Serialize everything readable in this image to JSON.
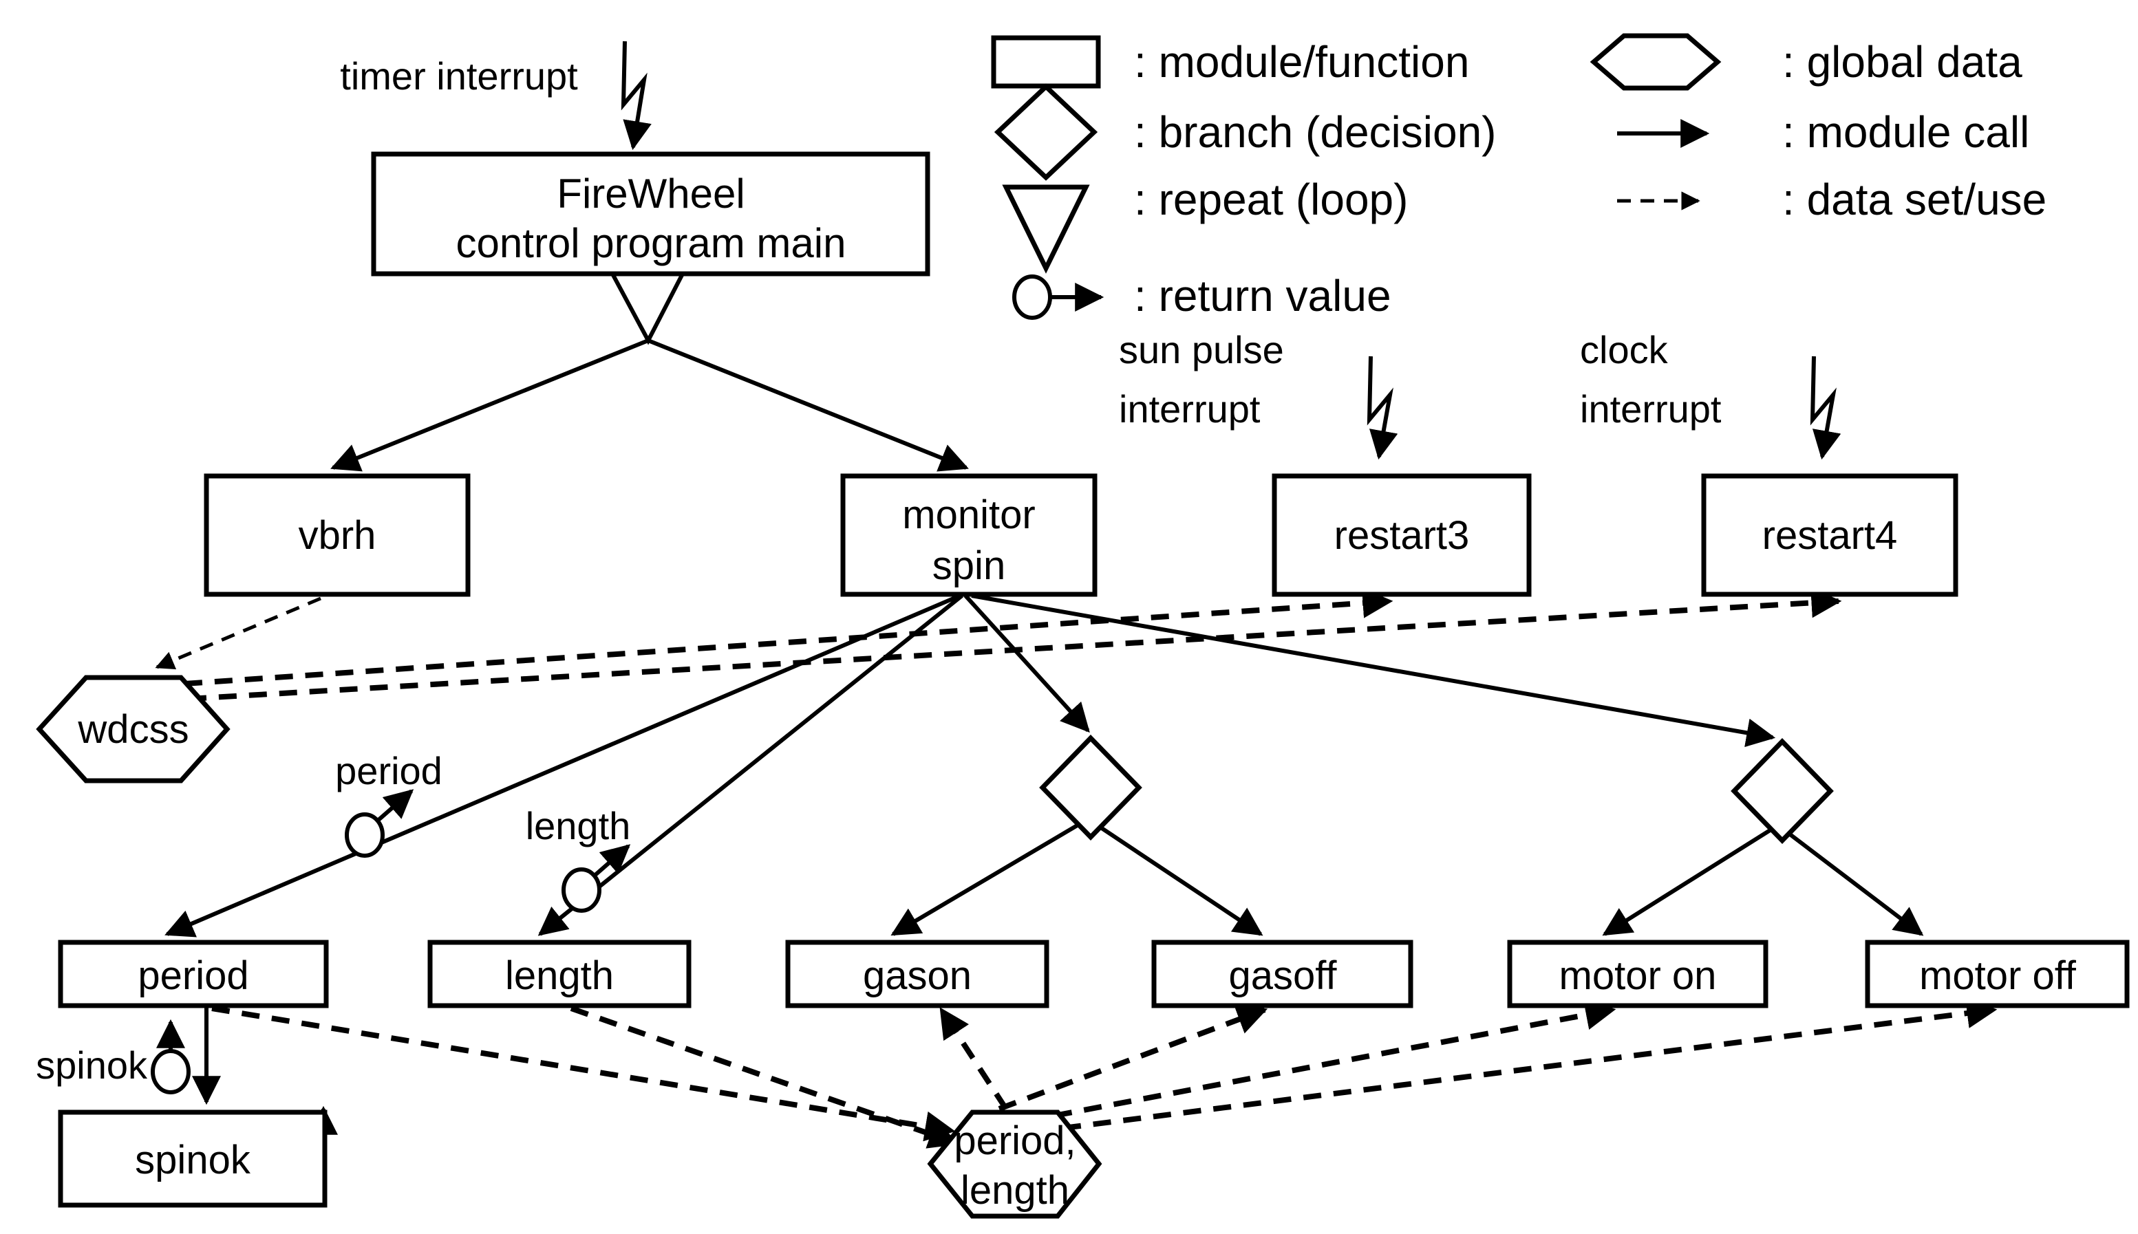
{
  "diagram": {
    "background": "#ffffff",
    "ink": "#000000"
  },
  "legend": {
    "left": [
      {
        "symbol": "rectangle",
        "label": ": module/function"
      },
      {
        "symbol": "diamond",
        "label": ": branch (decision)"
      },
      {
        "symbol": "triangle-down",
        "label": ": repeat (loop)"
      },
      {
        "symbol": "circle-arrow",
        "label": ": return value"
      }
    ],
    "right": [
      {
        "symbol": "hexagon",
        "label": ": global data"
      },
      {
        "symbol": "solid-arrow",
        "label": ": module call"
      },
      {
        "symbol": "dashed-arrow",
        "label": ": data set/use"
      }
    ]
  },
  "interrupts": {
    "timer": "timer interrupt",
    "sun_line1": "sun pulse",
    "sun_line2": "interrupt",
    "clock_line1": "clock",
    "clock_line2": "interrupt"
  },
  "nodes": {
    "main_line1": "FireWheel",
    "main_line2": "control program main",
    "vbrh": "vbrh",
    "monitor_line1": "monitor",
    "monitor_line2": "spin",
    "restart3": "restart3",
    "restart4": "restart4",
    "wdcss": "wdcss",
    "period": "period",
    "length": "length",
    "gason": "gason",
    "gasoff": "gasoff",
    "motor_on": "motor on",
    "motor_off": "motor off",
    "spinok": "spinok",
    "global_period_length_line1": "period,",
    "global_period_length_line2": "length"
  },
  "return_values": {
    "period": "period",
    "length": "length",
    "spinok": "spinok"
  }
}
